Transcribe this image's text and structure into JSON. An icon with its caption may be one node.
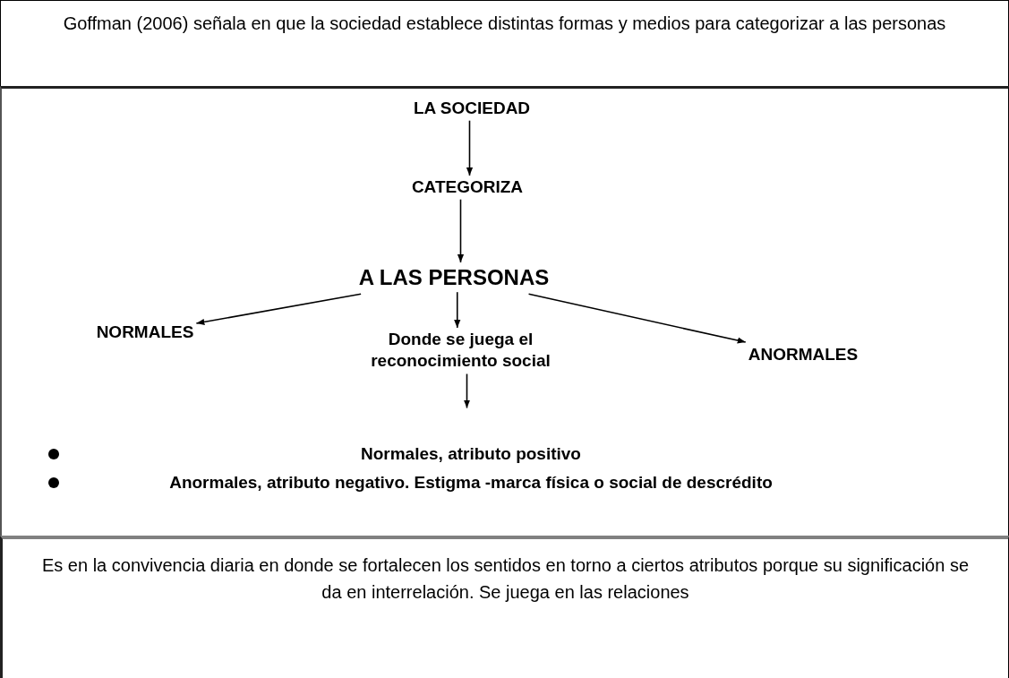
{
  "diagram": {
    "nodes": [
      {
        "text": [
          "Goffman (2006) señala en que la sociedad establece distintas formas y medios para categorizar a las personas"
        ]
      },
      {
        "text": [
          "Normales, atributo positivo",
          "Anormales, atributo negativo. Estigma -marca física o social de descrédito"
        ]
      },
      {
        "text": [
          "LA SOCIEDAD"
        ],
        "in": 1
      },
      {
        "text": [
          "CATEGORIZA"
        ],
        "in": 1
      },
      {
        "text": [
          "A LAS PERSONAS"
        ],
        "in": 1
      },
      {
        "text": [
          "NORMALES"
        ],
        "in": 1
      },
      {
        "text": [
          "Donde se juega el reconocimiento social"
        ],
        "in": 1
      },
      {
        "text": [
          "ANORMALES"
        ],
        "in": 1
      },
      {
        "text": [
          "Es en la convivencia diaria en donde se fortalecen los sentidos en torno a ciertos atributos porque su significación se da en interrelación. Se juega en las relaciones"
        ]
      }
    ],
    "edges": [
      {
        "from": 2,
        "to": 3,
        "arrow": "to"
      },
      {
        "from": 3,
        "to": 4,
        "arrow": "to"
      },
      {
        "from": 4,
        "to": 5,
        "arrow": "to"
      },
      {
        "from": 4,
        "to": 6,
        "arrow": "to"
      },
      {
        "from": 4,
        "to": 7,
        "arrow": "to"
      },
      {
        "from": 6,
        "to": null,
        "arrow": "to"
      }
    ]
  }
}
